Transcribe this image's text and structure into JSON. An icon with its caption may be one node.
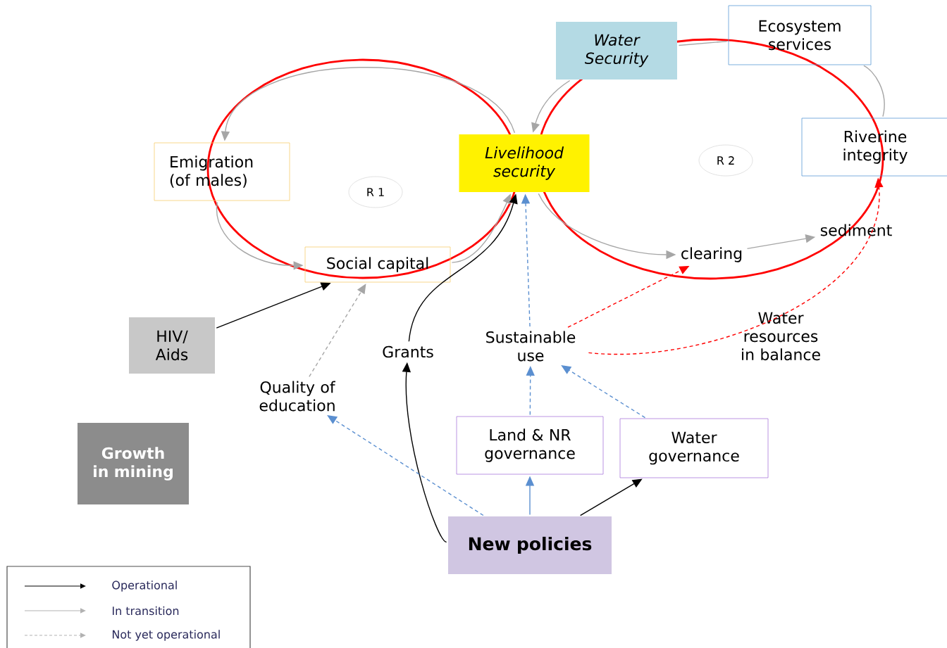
{
  "diagram": {
    "nodes": [
      {
        "text": [
          "Water Security"
        ]
      },
      {
        "text": [
          "Ecosystem services"
        ]
      },
      {
        "text": [
          "Emigration (of males)"
        ]
      },
      {
        "text": [
          "R 1"
        ]
      },
      {
        "text": [
          "Livelihood security"
        ]
      },
      {
        "text": [
          "R 2"
        ]
      },
      {
        "text": [
          "Riverine integrity"
        ]
      },
      {
        "text": [
          "Social capital"
        ]
      },
      {
        "text": [
          "clearing"
        ]
      },
      {
        "text": [
          "sediment"
        ]
      },
      {
        "text": [
          "HIV/ Aids"
        ]
      },
      {
        "text": [
          "Grants"
        ]
      },
      {
        "text": [
          "Sustainable use"
        ]
      },
      {
        "text": [
          "Water resources in balance"
        ]
      },
      {
        "text": [
          "Quality of education"
        ]
      },
      {
        "text": [
          "Land & NR governance"
        ]
      },
      {
        "text": [
          "Water governance"
        ]
      },
      {
        "text": [
          "Growth in mining"
        ]
      },
      {
        "text": [
          "New policies"
        ]
      }
    ],
    "edges": [
      {
        "from": 4,
        "to": 2,
        "arrow": "to",
        "color": "#a6a6a6"
      },
      {
        "from": 2,
        "to": 7,
        "arrow": "to",
        "color": "#a6a6a6"
      },
      {
        "from": 7,
        "to": 4,
        "arrow": "to",
        "color": "#a6a6a6"
      },
      {
        "from": 0,
        "to": 4,
        "arrow": "to",
        "color": "#a6a6a6"
      },
      {
        "from": 1,
        "to": 0,
        "arrow": "none",
        "color": "#a6a6a6"
      },
      {
        "from": 1,
        "to": 6,
        "arrow": "none",
        "color": "#a6a6a6"
      },
      {
        "from": 4,
        "to": 8,
        "arrow": "to",
        "color": "#a6a6a6"
      },
      {
        "from": 8,
        "to": 9,
        "arrow": "to",
        "color": "#a6a6a6"
      },
      {
        "from": 14,
        "to": 7,
        "arrow": "to",
        "style": "dashed",
        "color": "#a6a6a6"
      },
      {
        "from": 10,
        "to": 7,
        "arrow": "to",
        "color": "#000000"
      },
      {
        "from": 11,
        "to": 4,
        "arrow": "to",
        "color": "#000000"
      },
      {
        "from": 18,
        "to": 11,
        "arrow": "to",
        "color": "#000000"
      },
      {
        "from": 18,
        "to": 16,
        "arrow": "to",
        "color": "#000000"
      },
      {
        "from": 12,
        "to": 4,
        "arrow": "to",
        "style": "dashed",
        "color": "#5b8fd0"
      },
      {
        "from": 18,
        "to": 14,
        "arrow": "to",
        "style": "dashed",
        "color": "#5b8fd0"
      },
      {
        "from": 15,
        "to": 12,
        "arrow": "to",
        "style": "dashed",
        "color": "#5b8fd0"
      },
      {
        "from": 16,
        "to": 12,
        "arrow": "to",
        "style": "dashed",
        "color": "#5b8fd0"
      },
      {
        "from": 18,
        "to": 15,
        "arrow": "to",
        "color": "#5b8fd0"
      },
      {
        "from": 12,
        "to": 8,
        "arrow": "to",
        "style": "dashed",
        "color": "#ff0000"
      },
      {
        "from": 12,
        "to": 6,
        "arrow": "to",
        "style": "dashed",
        "color": "#ff0000"
      }
    ],
    "legend": [
      {
        "text": "Operational"
      },
      {
        "text": "In transition"
      },
      {
        "text": "Not yet operational"
      }
    ]
  }
}
